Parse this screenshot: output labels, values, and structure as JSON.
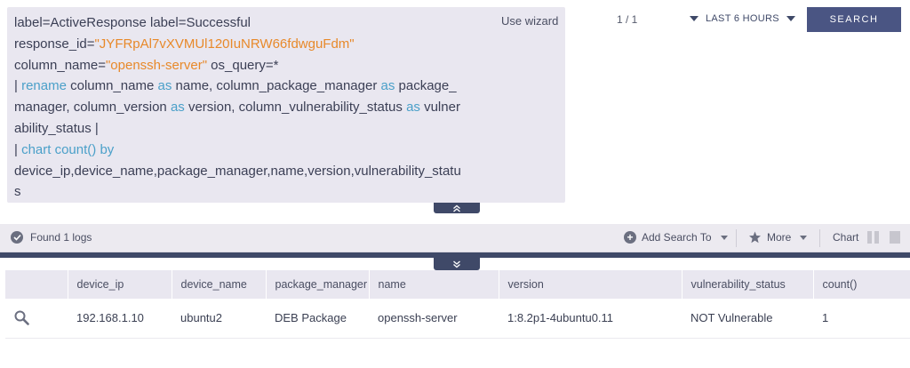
{
  "query": {
    "line1": "label=ActiveResponse label=Successful",
    "resp_key": "response_id=",
    "resp_val": "\"JYFRpAl7vXVMUl120IuNRW66fdwguFdm\"",
    "col_key": "column_name=",
    "col_val": "\"openssh-server\"",
    "os_query": " os_query=*",
    "pipe1": "| ",
    "rename_kw": "rename",
    "rename_a": " column_name ",
    "as1": "as",
    "rename_b": " name, column_package_manager ",
    "as2": "as",
    "rename_c": " package_manager, column_version ",
    "as3": "as",
    "rename_d": " version, column_vulnerability_status ",
    "as4": "as",
    "rename_e": " vulnerability_status |",
    "pipe2": "| ",
    "chart_kw": "chart count()",
    "by_kw": " by",
    "chart_fields": "device_ip,device_name,package_manager,name,version,vulnerability_status"
  },
  "use_wizard": "Use wizard",
  "page_count": "1 / 1",
  "time_range": "LAST 6 HOURS",
  "search_label": "SEARCH",
  "toolbar": {
    "found": "Found 1 logs",
    "add_search": "Add Search To",
    "more": "More",
    "chart": "Chart"
  },
  "table": {
    "columns": [
      "",
      "device_ip",
      "device_name",
      "package_manager",
      "name",
      "version",
      "vulnerability_status",
      "count()"
    ],
    "rows": [
      [
        "",
        "192.168.1.10",
        "ubuntu2",
        "DEB Package",
        "openssh-server",
        "1:8.2p1-4ubuntu0.11",
        "NOT Vulnerable",
        "1"
      ]
    ]
  },
  "colors": {
    "accent": "#4a5583",
    "dark_bar": "#3f4968",
    "query_string": "#e8892a",
    "query_keyword": "#4ba0c9"
  },
  "icons": [
    "chevron-double-up-icon",
    "chevron-double-down-icon",
    "check-circle-icon",
    "plus-circle-icon",
    "star-icon",
    "magnifier-icon",
    "chart-bars-icon"
  ]
}
